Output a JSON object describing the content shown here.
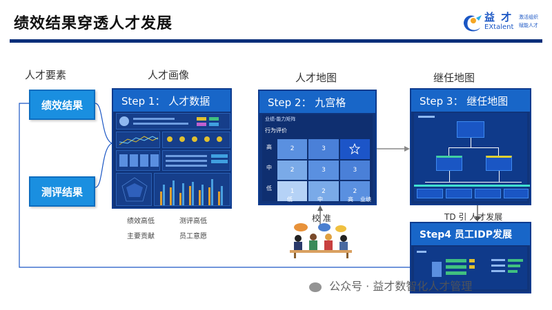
{
  "header": {
    "title": "绩效结果穿透人才发展"
  },
  "logo": {
    "name_cn": "益 才",
    "name_en": "EXtalent",
    "tagline_1": "激活组织",
    "tagline_2": "赋能人才"
  },
  "sections": {
    "elements": "人才要素",
    "portrait": "人才画像",
    "map": "人才地图",
    "succession": "继任地图"
  },
  "elements": {
    "performance": "绩效结果",
    "assessment": "测评结果"
  },
  "step1": {
    "title": "Step 1： 人才数据",
    "captions": [
      "绩效高低",
      "测评高低",
      "主要贡献",
      "员工意愿"
    ]
  },
  "step2": {
    "title": "Step 2： 九宫格",
    "subtitle": "业绩-能力矩阵",
    "y_label": "行为评价",
    "rows": [
      "高",
      "中",
      "低"
    ],
    "cols": [
      "低",
      "中",
      "高"
    ],
    "x_label": "业绩",
    "cells": [
      "2",
      "3",
      "",
      "2",
      "3",
      "3",
      "1",
      "2",
      "2"
    ],
    "calibration": "校  准"
  },
  "step3": {
    "title": "Step 3： 继任地图",
    "td_label": "TD 引  人才发展"
  },
  "step4": {
    "title": "Step4 员工IDP发展"
  },
  "watermark": {
    "text": "公众号 · 益才数智化人才管理"
  },
  "colors": {
    "primary": "#1866c8",
    "navy": "#0b2f7a",
    "button": "#1a8fe0"
  }
}
